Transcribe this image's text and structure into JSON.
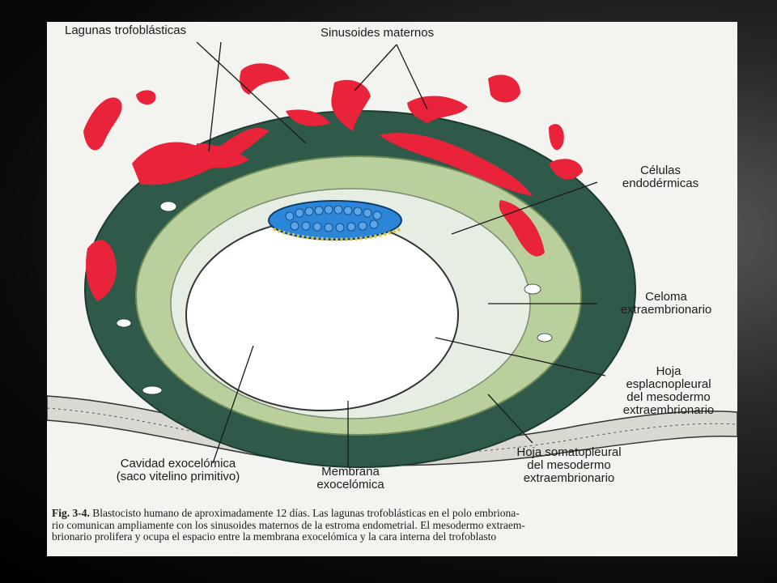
{
  "labels": {
    "lagunas": "Lagunas trofoblásticas",
    "sinusoides": "Sinusoides maternos",
    "celulas_1": "Células",
    "celulas_2": "endodérmicas",
    "celoma_1": "Celoma",
    "celoma_2": "extraembrionario",
    "hoja_espl_1": "Hoja",
    "hoja_espl_2": "esplacnopleural",
    "hoja_espl_3": "del mesodermo",
    "hoja_espl_4": "extraembrionario",
    "hoja_soma_1": "Hoja somatopleural",
    "hoja_soma_2": "del mesodermo",
    "hoja_soma_3": "extraembrionario",
    "cavidad_1": "Cavidad exocelómica",
    "cavidad_2": "(saco vitelino primitivo)",
    "membrana_1": "Membrana",
    "membrana_2": "exocelómica"
  },
  "caption": {
    "fig": "Fig. 3-4.",
    "line1": "Blastocisto humano de aproximadamente 12 días. Las lagunas trofoblásticas en el polo embriona-",
    "line2": "rio comunican ampliamente con los sinusoides maternos de la estroma endometrial. El mesodermo extraem-",
    "line3": "brionario prolifera y ocupa el espacio entre la membrana exocelómica y la cara interna del trofoblasto"
  },
  "colors": {
    "trophoblast": "#2f5a49",
    "lacunae": "#e8233a",
    "mesoderm": "#b9cf9c",
    "cells": "#2c86d8"
  }
}
